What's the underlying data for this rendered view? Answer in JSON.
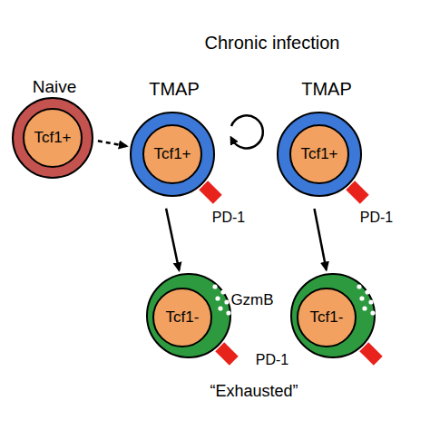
{
  "diagram": {
    "title": "Chronic infection",
    "nodes": [
      {
        "text": [
          "Naive"
        ]
      },
      {
        "text": [
          "Tcf1+"
        ],
        "in": 0
      },
      {
        "text": [
          "TMAP"
        ]
      },
      {
        "text": [
          "Tcf1+"
        ],
        "in": 2
      },
      {
        "text": [
          "TMAP"
        ]
      },
      {
        "text": [
          "Tcf1+"
        ],
        "in": 4
      },
      {
        "text": [
          "GzmB"
        ]
      },
      {
        "text": [
          "Tcf1-"
        ],
        "in": 6
      },
      {
        "text": [
          "“Exhausted”"
        ]
      },
      {
        "text": [
          "Tcf1-"
        ],
        "in": 8
      }
    ],
    "edges": [
      {
        "from": 0,
        "to": 2,
        "arrow": "to"
      },
      {
        "from": 2,
        "to": 6,
        "arrow": "to"
      },
      {
        "from": 4,
        "to": 8,
        "arrow": "to"
      }
    ],
    "labels": [
      "PD-1",
      "PD-1",
      "PD-1"
    ]
  }
}
